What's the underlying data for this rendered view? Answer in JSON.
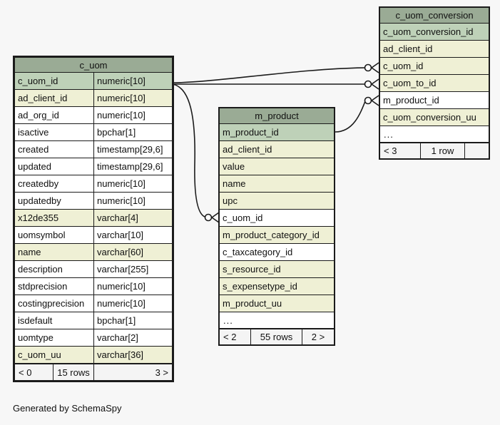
{
  "diagram": {
    "credit": "Generated by SchemaSpy",
    "background": "#f7f7f7",
    "colors": {
      "header": "#9aab95",
      "primary_key": "#bed1b8",
      "foreign_key": "#eff0d5",
      "plain": "#ffffff",
      "border": "#1b1b1b",
      "footer": "#f4f4f4"
    }
  },
  "tables": {
    "c_uom": {
      "title": "c_uom",
      "columns": [
        {
          "name": "c_uom_id",
          "type": "numeric[10]",
          "fill": "fill-pk"
        },
        {
          "name": "ad_client_id",
          "type": "numeric[10]",
          "fill": "fill-fk"
        },
        {
          "name": "ad_org_id",
          "type": "numeric[10]",
          "fill": "fill-plain"
        },
        {
          "name": "isactive",
          "type": "bpchar[1]",
          "fill": "fill-plain"
        },
        {
          "name": "created",
          "type": "timestamp[29,6]",
          "fill": "fill-plain"
        },
        {
          "name": "updated",
          "type": "timestamp[29,6]",
          "fill": "fill-plain"
        },
        {
          "name": "createdby",
          "type": "numeric[10]",
          "fill": "fill-plain"
        },
        {
          "name": "updatedby",
          "type": "numeric[10]",
          "fill": "fill-plain"
        },
        {
          "name": "x12de355",
          "type": "varchar[4]",
          "fill": "fill-fk"
        },
        {
          "name": "uomsymbol",
          "type": "varchar[10]",
          "fill": "fill-plain"
        },
        {
          "name": "name",
          "type": "varchar[60]",
          "fill": "fill-fk"
        },
        {
          "name": "description",
          "type": "varchar[255]",
          "fill": "fill-plain"
        },
        {
          "name": "stdprecision",
          "type": "numeric[10]",
          "fill": "fill-plain"
        },
        {
          "name": "costingprecision",
          "type": "numeric[10]",
          "fill": "fill-plain"
        },
        {
          "name": "isdefault",
          "type": "bpchar[1]",
          "fill": "fill-plain"
        },
        {
          "name": "uomtype",
          "type": "varchar[2]",
          "fill": "fill-plain"
        },
        {
          "name": "c_uom_uu",
          "type": "varchar[36]",
          "fill": "fill-fk"
        }
      ],
      "footer": {
        "prev": "< 0",
        "rows": "15 rows",
        "next": "3 >"
      }
    },
    "m_product": {
      "title": "m_product",
      "columns": [
        {
          "name": "m_product_id",
          "type": "",
          "fill": "fill-pk"
        },
        {
          "name": "ad_client_id",
          "type": "",
          "fill": "fill-fk"
        },
        {
          "name": "value",
          "type": "",
          "fill": "fill-fk"
        },
        {
          "name": "name",
          "type": "",
          "fill": "fill-fk"
        },
        {
          "name": "upc",
          "type": "",
          "fill": "fill-fk"
        },
        {
          "name": "c_uom_id",
          "type": "",
          "fill": "fill-plain"
        },
        {
          "name": "m_product_category_id",
          "type": "",
          "fill": "fill-fk"
        },
        {
          "name": "c_taxcategory_id",
          "type": "",
          "fill": "fill-plain"
        },
        {
          "name": "s_resource_id",
          "type": "",
          "fill": "fill-fk"
        },
        {
          "name": "s_expensetype_id",
          "type": "",
          "fill": "fill-fk"
        },
        {
          "name": "m_product_uu",
          "type": "",
          "fill": "fill-fk"
        }
      ],
      "ellipsis": "...",
      "footer": {
        "prev": "< 2",
        "rows": "55 rows",
        "next": "2 >"
      }
    },
    "c_uom_conversion": {
      "title": "c_uom_conversion",
      "columns": [
        {
          "name": "c_uom_conversion_id",
          "type": "",
          "fill": "fill-pk"
        },
        {
          "name": "ad_client_id",
          "type": "",
          "fill": "fill-fk"
        },
        {
          "name": "c_uom_id",
          "type": "",
          "fill": "fill-fk"
        },
        {
          "name": "c_uom_to_id",
          "type": "",
          "fill": "fill-fk"
        },
        {
          "name": "m_product_id",
          "type": "",
          "fill": "fill-plain"
        },
        {
          "name": "c_uom_conversion_uu",
          "type": "",
          "fill": "fill-fk"
        }
      ],
      "ellipsis": "...",
      "footer": {
        "prev": "< 3",
        "rows": "1 row",
        "next": ""
      }
    }
  },
  "relationships": [
    {
      "from": "c_uom.c_uom_id",
      "to": "c_uom_conversion.c_uom_id"
    },
    {
      "from": "c_uom.c_uom_id",
      "to": "c_uom_conversion.c_uom_to_id"
    },
    {
      "from": "m_product.m_product_id",
      "to": "c_uom_conversion.m_product_id"
    },
    {
      "from": "c_uom.c_uom_id",
      "to": "m_product.c_uom_id"
    }
  ]
}
